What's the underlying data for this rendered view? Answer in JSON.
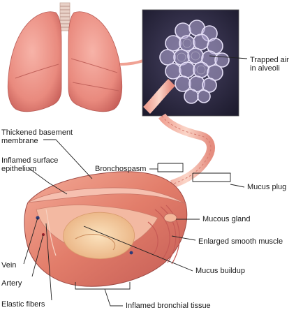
{
  "labels": {
    "trapped_air_line1": "Trapped air",
    "trapped_air_line2": "in alveoli",
    "thickened_line1": "Thickened basement",
    "thickened_line2": "membrane",
    "inflamed_surface_line1": "Inflamed surface",
    "inflamed_surface_line2": "epithelium",
    "bronchospasm": "Bronchospasm",
    "mucus_plug": "Mucus plug",
    "mucous_gland": "Mucous gland",
    "enlarged_smooth_muscle": "Enlarged smooth muscle",
    "vein": "Vein",
    "artery": "Artery",
    "mucus_buildup": "Mucus buildup",
    "elastic_fibers": "Elastic fibers",
    "inflamed_bronchial_tissue": "Inflamed bronchial tissue"
  },
  "colors": {
    "lung": "#e98a7e",
    "lung_dark": "#c8605a",
    "alveoli_bg": "#2a2842",
    "alveoli": "#a69ac8",
    "airway_wall": "#e27d6a",
    "mucus": "#f2c79b",
    "leader": "#222222"
  }
}
